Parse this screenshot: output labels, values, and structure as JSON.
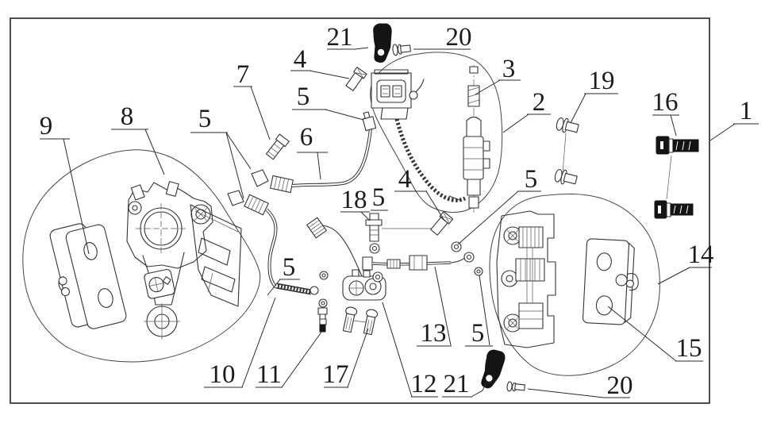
{
  "figure": {
    "kind": "exploded-parts-diagram",
    "visible_part_numbers": [
      "1",
      "2",
      "3",
      "4",
      "5",
      "6",
      "7",
      "8",
      "9",
      "10",
      "11",
      "12",
      "13",
      "14",
      "15",
      "16",
      "17",
      "18",
      "19",
      "20",
      "21"
    ]
  },
  "colors": {
    "ink": "#2b2b2b",
    "part_black": "#141414",
    "background": "#ffffff"
  },
  "callouts": [
    {
      "label": "9"
    },
    {
      "label": "8"
    },
    {
      "label": "5"
    },
    {
      "label": "7"
    },
    {
      "label": "4"
    },
    {
      "label": "5"
    },
    {
      "label": "6"
    },
    {
      "label": "21"
    },
    {
      "label": "20"
    },
    {
      "label": "3"
    },
    {
      "label": "2"
    },
    {
      "label": "19"
    },
    {
      "label": "16"
    },
    {
      "label": "1"
    },
    {
      "label": "18"
    },
    {
      "label": "5"
    },
    {
      "label": "4"
    },
    {
      "label": "5"
    },
    {
      "label": "13"
    },
    {
      "label": "5"
    },
    {
      "label": "14"
    },
    {
      "label": "15"
    },
    {
      "label": "12"
    },
    {
      "label": "21"
    },
    {
      "label": "20"
    },
    {
      "label": "10"
    },
    {
      "label": "11"
    },
    {
      "label": "17"
    },
    {
      "label": "5"
    }
  ]
}
